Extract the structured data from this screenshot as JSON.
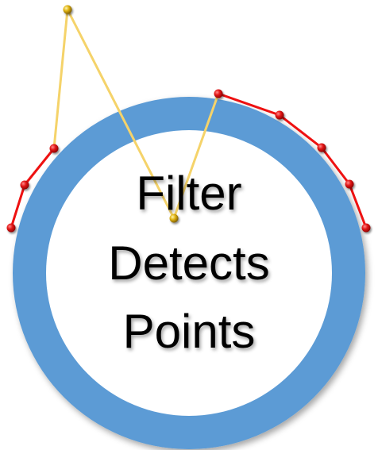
{
  "diagram": {
    "label_lines": [
      "Filter",
      "Detects",
      "Points"
    ],
    "colors": {
      "ring": "#5b9bd5",
      "ring_inner": "#ffffff",
      "red_path": "#ee1111",
      "red_point": "#dd1111",
      "yellow_path": "#f5d36a",
      "yellow_point": "#d4a90f",
      "text": "#000000"
    }
  }
}
